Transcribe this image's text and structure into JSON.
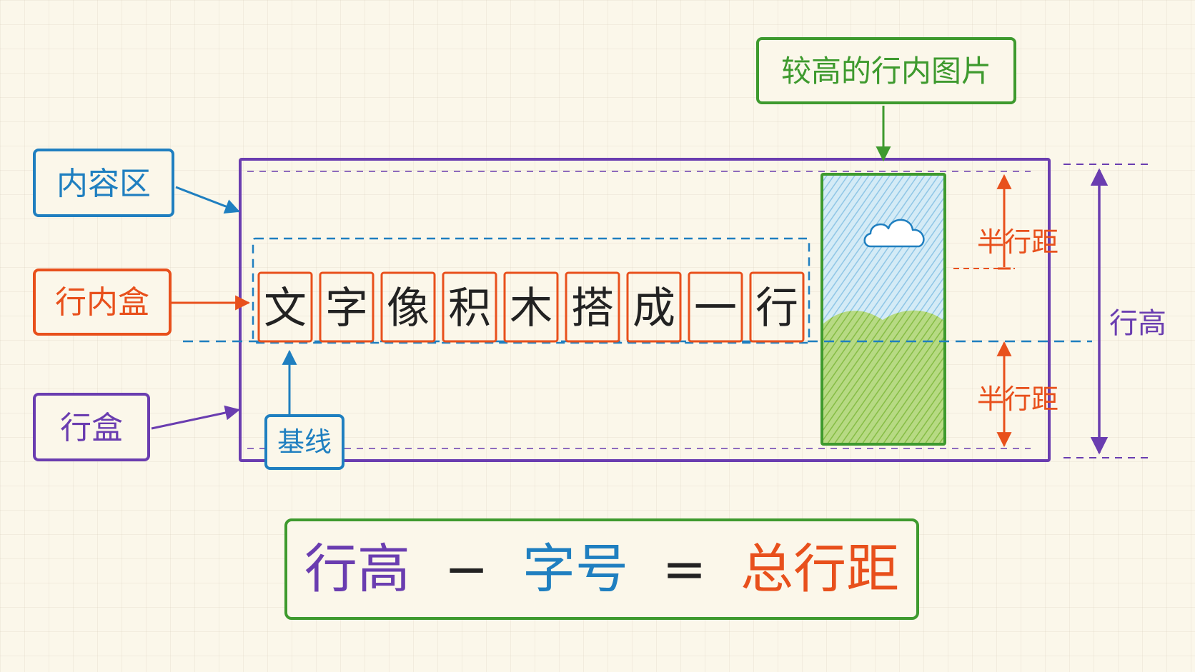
{
  "labels": {
    "content_area": "内容区",
    "inline_box": "行内盒",
    "line_box": "行盒",
    "baseline": "基线",
    "tall_image": "较高的行内图片",
    "half_leading_top": "半行距",
    "half_leading_bottom": "半行距",
    "line_height": "行高"
  },
  "glyphs": [
    "文",
    "字",
    "像",
    "积",
    "木",
    "搭",
    "成",
    "一",
    "行"
  ],
  "formula": {
    "term1": "行高",
    "minus": "−",
    "term2": "字号",
    "equals": "=",
    "result": "总行距"
  },
  "colors": {
    "purple": "#6a3db0",
    "blue": "#1f7fc0",
    "orange": "#e8501c",
    "green": "#3e9a2e",
    "ink": "#222222",
    "sky": "#b8dcef",
    "grass": "#9fcb62"
  }
}
